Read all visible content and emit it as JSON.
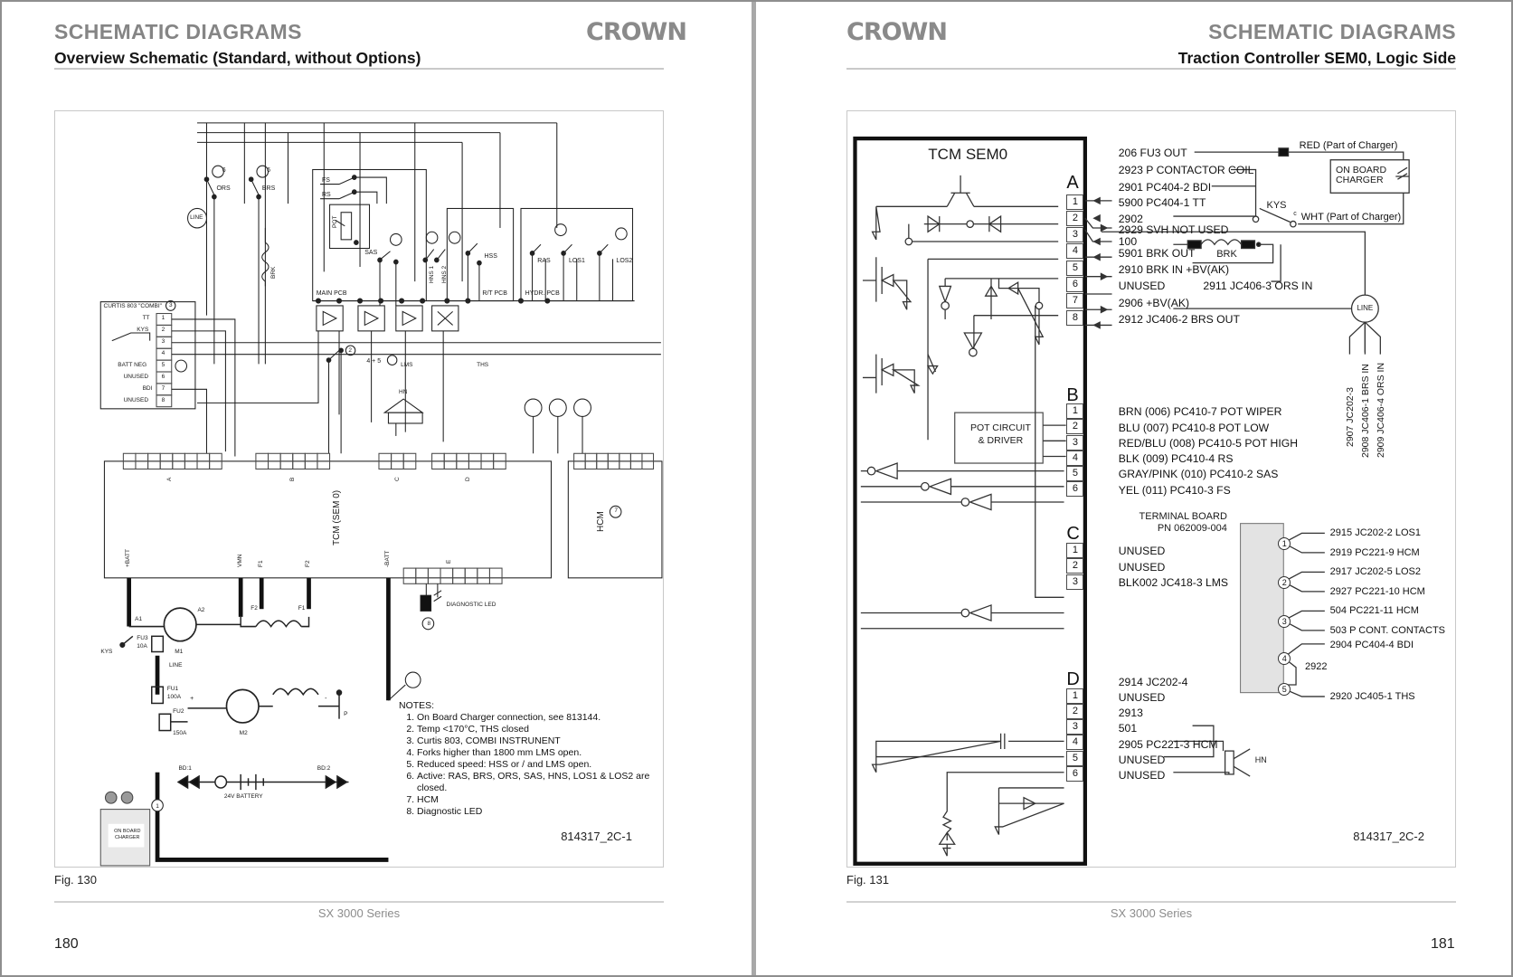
{
  "document": {
    "brand": "CROWN",
    "series_footer": "SX 3000 Series"
  },
  "left_page": {
    "page_number": "180",
    "header_title": "SCHEMATIC DIAGRAMS",
    "header_subtitle": "Overview Schematic (Standard, without Options)",
    "figure_caption": "Fig. 130",
    "drawing_number": "814317_2C-1",
    "curtis_block": {
      "title": "CURTIS 803 \"COMBI\"",
      "ref": "3",
      "pins": [
        {
          "n": "1",
          "label": "TT"
        },
        {
          "n": "2",
          "label": "KYS"
        },
        {
          "n": "3",
          "label": ""
        },
        {
          "n": "4",
          "label": ""
        },
        {
          "n": "5",
          "label": "BATT NEG"
        },
        {
          "n": "6",
          "label": "UNUSED"
        },
        {
          "n": "7",
          "label": "BDI"
        },
        {
          "n": "8",
          "label": "UNUSED"
        }
      ]
    },
    "top_switches": [
      {
        "name": "ORS",
        "ref": "6"
      },
      {
        "name": "BRS",
        "ref": "6"
      },
      {
        "name": "FS",
        "ref": ""
      },
      {
        "name": "RS",
        "ref": ""
      },
      {
        "name": "POT",
        "ref": ""
      },
      {
        "name": "SAS",
        "ref": "6"
      },
      {
        "name": "HNS 1",
        "ref": "6"
      },
      {
        "name": "HNS 2",
        "ref": "6"
      },
      {
        "name": "HSS",
        "ref": "5"
      },
      {
        "name": "RAS",
        "ref": "6"
      },
      {
        "name": "LOS1",
        "ref": "6"
      },
      {
        "name": "LOS2",
        "ref": "6"
      }
    ],
    "pcb_labels": [
      "MAIN PCB",
      "R/T PCB",
      "HYDR. PCB"
    ],
    "line_label": "LINE",
    "brk_label": "BRK",
    "tcm_label": "TCM (SEM 0)",
    "tcm_connectors": [
      "A",
      "B",
      "C",
      "D",
      "E"
    ],
    "tcm_power_labels": [
      "+BATT",
      "VMN",
      "F1",
      "F2",
      "-BATT"
    ],
    "hcm_label": "HCM",
    "hcm_ref": "7",
    "lms_label": "LMS",
    "lms_refs": "4 + 5",
    "ths_label": "THS",
    "ths_ref": "2",
    "hn_label": "HN",
    "diag_led_label": "DIAGNOSTIC LED",
    "diag_led_ref": "8",
    "motor_labels": [
      "A1",
      "A2",
      "F2",
      "F1",
      "M1",
      "M2"
    ],
    "fuses": [
      {
        "name": "FU3",
        "rating": "10A"
      },
      {
        "name": "FU1",
        "rating": "100A"
      },
      {
        "name": "FU2",
        "rating": "150A"
      }
    ],
    "kys_label": "KYS",
    "battery_label": "24V BATTERY",
    "battery_terminals": [
      "BD:1",
      "BD:2"
    ],
    "charger_label": "ON BOARD CHARGER",
    "charger_ref": "1",
    "p_label": "P",
    "notes_heading": "NOTES:",
    "notes": [
      "On Board Charger connection, see 813144.",
      "Temp <170°C, THS closed",
      "Curtis 803, COMBI INSTRUNENT",
      "Forks higher than 1800 mm  LMS open.",
      "Reduced speed:  HSS or / and LMS open.",
      "Active:  RAS, BRS, ORS, SAS, HNS,  LOS1 & LOS2 are closed.",
      "HCM",
      "Diagnostic LED"
    ]
  },
  "right_page": {
    "page_number": "181",
    "header_title": "SCHEMATIC DIAGRAMS",
    "header_subtitle": "Traction Controller SEM0, Logic Side",
    "figure_caption": "Fig. 131",
    "drawing_number": "814317_2C-2",
    "module_title": "TCM SEM0",
    "pot_circuit_label": "POT CIRCUIT\n& DRIVER",
    "pot_circuit_line1": "POT CIRCUIT",
    "pot_circuit_line2": "& DRIVER",
    "charger_box_line1": "ON BOARD",
    "charger_box_line2": "CHARGER",
    "top_signals": [
      {
        "text": "206 FU3 OUT"
      },
      {
        "text": "2923 P CONTACTOR COIL"
      },
      {
        "text": "2901 PC404-2 BDI"
      }
    ],
    "charger_wires": [
      {
        "text": "RED (Part of Charger)"
      },
      {
        "text": "WHT (Part of Charger)"
      }
    ],
    "kys_label": "KYS",
    "kys_contact": "c",
    "brk_label": "BRK",
    "line_label": "LINE",
    "hn_label": "HN",
    "connector_a": {
      "letter": "A",
      "pins": [
        {
          "n": "1",
          "dir": "in",
          "text": "5900 PC404-1 TT"
        },
        {
          "n": "2",
          "dir": "in",
          "text": "2902"
        },
        {
          "n": "3",
          "dir": "out",
          "text": "2929 SVH NOT USED"
        },
        {
          "n": "4",
          "dir": "in",
          "text": "100"
        },
        {
          "n": "5",
          "dir": "in",
          "text": "5901 BRK OUT"
        },
        {
          "n": "6",
          "dir": "out",
          "text": "2910 BRK IN +BV(AK)"
        },
        {
          "n": "7",
          "dir": "none",
          "text": "UNUSED"
        },
        {
          "n": "8",
          "dir": "out",
          "text": "2906 +BV(AK)"
        }
      ]
    },
    "connector_a_extra": "2911 JC406-3 ORS IN",
    "connector_a_pin8": "2912 JC406-2 BRS OUT",
    "connector_b": {
      "letter": "B",
      "pins": [
        {
          "n": "1",
          "dir": "in",
          "text": "BRN (006) PC410-7 POT WIPER"
        },
        {
          "n": "2",
          "dir": "in",
          "text": "BLU (007) PC410-8 POT LOW"
        },
        {
          "n": "3",
          "dir": "out",
          "text": "RED/BLU (008) PC410-5 POT HIGH"
        },
        {
          "n": "4",
          "dir": "in",
          "text": "BLK (009) PC410-4 RS"
        },
        {
          "n": "5",
          "dir": "in",
          "text": "GRAY/PINK (010) PC410-2 SAS"
        },
        {
          "n": "6",
          "dir": "in",
          "text": "YEL (011) PC410-3 FS"
        }
      ]
    },
    "connector_c": {
      "letter": "C",
      "pins": [
        {
          "n": "1",
          "dir": "none",
          "text": "UNUSED"
        },
        {
          "n": "2",
          "dir": "none",
          "text": "UNUSED"
        },
        {
          "n": "3",
          "dir": "in",
          "text": "BLK002 JC418-3 LMS"
        }
      ]
    },
    "connector_d": {
      "letter": "D",
      "pins": [
        {
          "n": "1",
          "dir": "none",
          "text": "UNUSED"
        },
        {
          "n": "2",
          "dir": "in",
          "text": "2913"
        },
        {
          "n": "3",
          "dir": "in",
          "text": "501"
        },
        {
          "n": "4",
          "dir": "in",
          "text": "2905 PC221-3 HCM"
        },
        {
          "n": "5",
          "dir": "none",
          "text": "UNUSED"
        },
        {
          "n": "6",
          "dir": "none",
          "text": "UNUSED"
        }
      ]
    },
    "connector_d_extra": "2914 JC202-4",
    "terminal_board": {
      "title_line1": "TERMINAL BOARD",
      "title_line2": "PN 062009-004",
      "terminals": [
        {
          "n": "1",
          "wires": [
            {
              "dir": "in",
              "text": "2915 JC202-2 LOS1"
            },
            {
              "dir": "out",
              "text": "2919 PC221-9 HCM"
            }
          ]
        },
        {
          "n": "2",
          "wires": [
            {
              "dir": "in",
              "text": "2917 JC202-5 LOS2"
            },
            {
              "dir": "out",
              "text": "2927 PC221-10 HCM"
            }
          ]
        },
        {
          "n": "3",
          "wires": [
            {
              "dir": "in",
              "text": "504 PC221-11 HCM"
            },
            {
              "dir": "in",
              "text": "503 P CONT. CONTACTS"
            }
          ]
        },
        {
          "n": "4",
          "wires": [
            {
              "dir": "in",
              "text": "2904 PC404-4 BDI"
            },
            {
              "dir": "none",
              "text": "2922"
            }
          ]
        },
        {
          "n": "5",
          "wires": [
            {
              "dir": "out",
              "text": "2920 JC405-1 THS"
            }
          ]
        }
      ]
    },
    "vertical_labels": [
      "2907 JC202-3",
      "2908 JC406-1 BRS IN",
      "2909 JC406-4 ORS IN"
    ]
  }
}
